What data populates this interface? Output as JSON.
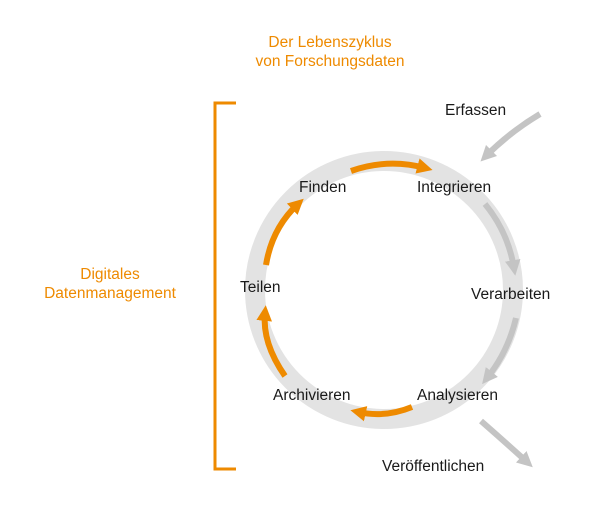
{
  "title": {
    "line1": "Der Lebenszyklus",
    "line2": "von Forschungsdaten"
  },
  "side_label": {
    "line1": "Digitales",
    "line2": "Datenmanagement"
  },
  "stages": {
    "erfassen": "Erfassen",
    "integrieren": "Integrieren",
    "verarbeiten": "Verarbeiten",
    "analysieren": "Analysieren",
    "archivieren": "Archivieren",
    "teilen": "Teilen",
    "finden": "Finden",
    "veroeffentlichen": "Veröffentlichen"
  },
  "colors": {
    "accent": "#ee8a00",
    "grey_arrow": "#c4c4c4",
    "ring": "#e3e3e3",
    "text": "#1a1a1a"
  }
}
